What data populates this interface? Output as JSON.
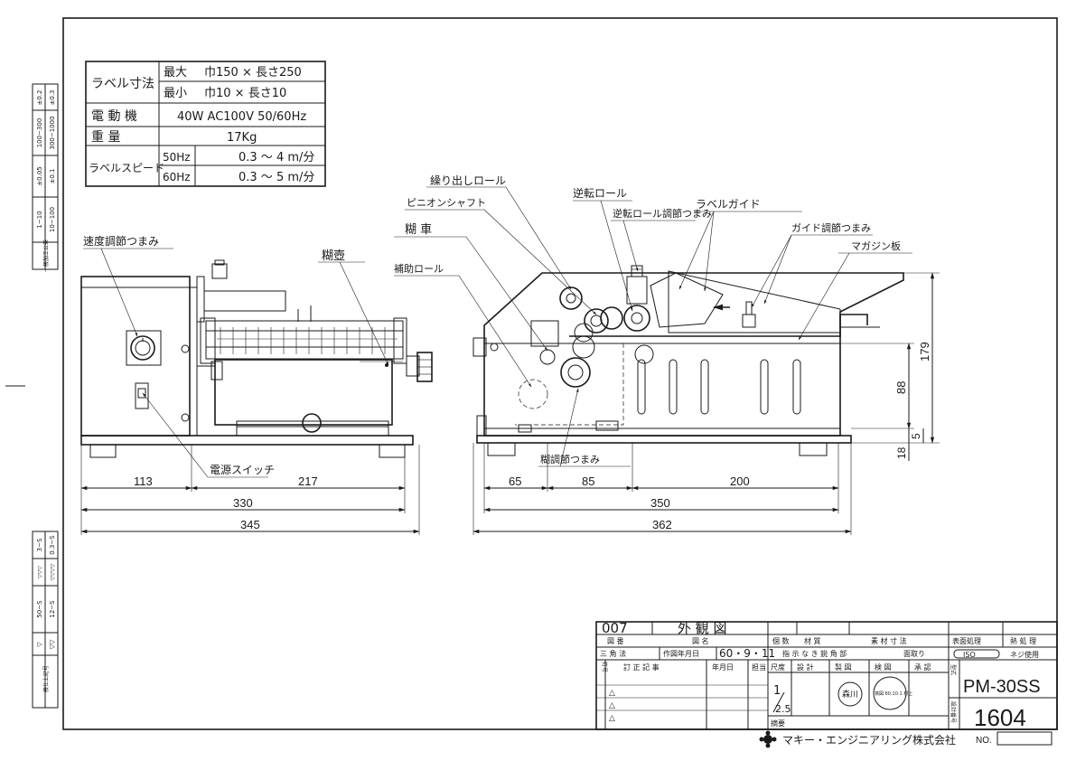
{
  "spec_table": {
    "label_size_header": "ラベル寸法",
    "max_label": "最大",
    "max_value": "巾150 × 長さ250",
    "min_label": "最小",
    "min_value": "巾10 × 長さ10",
    "motor_label": "電 動 機",
    "motor_value": "40W  AC100V  50/60Hz",
    "weight_label": "重 量",
    "weight_value": "17Kg",
    "speed_label": "ラベルスピード",
    "speed_50_hz": "50Hz",
    "speed_50_value": "0.3 〜 4 m/分",
    "speed_60_hz": "60Hz",
    "speed_60_value": "0.3 〜 5 m/分"
  },
  "left_margin": {
    "tol_top": [
      "±0.2",
      "±0.3",
      "100~300",
      "300~1000",
      "±0.05",
      "±0.1",
      "1~10",
      "10~100",
      "一般加工公差"
    ],
    "tol_bottom": [
      "3~S",
      "0.3~S",
      "▽▽▽",
      "▽▽▽▽",
      "50~S",
      "12~S",
      "▽",
      "▽▽",
      "一般仕上記号"
    ]
  },
  "labels": {
    "speed_knob": "速度調節つまみ",
    "paste_pot": "糊壺",
    "feed_roll": "繰り出しロール",
    "reverse_roll": "逆転ロール",
    "pinion_shaft": "ピニオンシャフト",
    "reverse_roll_knob": "逆転ロール調節つまみ",
    "label_guide": "ラベルガイド",
    "paste_wheel": "糊 車",
    "guide_knob": "ガイド調節つまみ",
    "magazine_plate": "マガジン板",
    "aux_roll": "補助ロール",
    "power_switch": "電源スイッチ",
    "paste_knob": "糊調節つまみ"
  },
  "dimensions": {
    "d113": "113",
    "d217": "217",
    "d330": "330",
    "d345": "345",
    "d65": "65",
    "d85": "85",
    "d200": "200",
    "d350": "350",
    "d362": "362",
    "d179": "179",
    "d88": "88",
    "d18": "18",
    "d5": "5"
  },
  "title_block": {
    "drawing_no": "007",
    "drawing_name": "外 観 図",
    "h_drawing_no": "図 番",
    "h_drawing_name": "図 名",
    "h_qty": "個 数",
    "h_material": "材 質",
    "h_stock_size": "素 材 寸 法",
    "h_surface": "表面処理",
    "h_heat": "熱 処 理",
    "h_projection": "三 角 法",
    "h_date": "作図年月日",
    "date_value": "60・9・11",
    "h_edges": "指 示 な き 鋭 角 部",
    "h_chamfer": "面取り",
    "iso": "ISO",
    "h_thread": "ネジ使用",
    "h_no": "符号",
    "h_revision": "訂 正 記 事",
    "h_ymd": "年月日",
    "h_person": "担当",
    "h_scale": "尺度",
    "h_design": "設 計",
    "h_draft": "製 図",
    "h_check": "検 図",
    "h_approve": "承 認",
    "scale_num": "1",
    "scale_den": "2.5",
    "h_summary": "摘要",
    "h_model": "型式",
    "model": "PM-30SS",
    "h_design_no": "設計番号",
    "design_no": "1604",
    "stamp1": "森川",
    "stamp2": "検図 60.10.1 村上",
    "revs": [
      "△",
      "△",
      "△"
    ]
  },
  "company": "マキー・エンジニアリング株式会社",
  "no_label": "NO."
}
